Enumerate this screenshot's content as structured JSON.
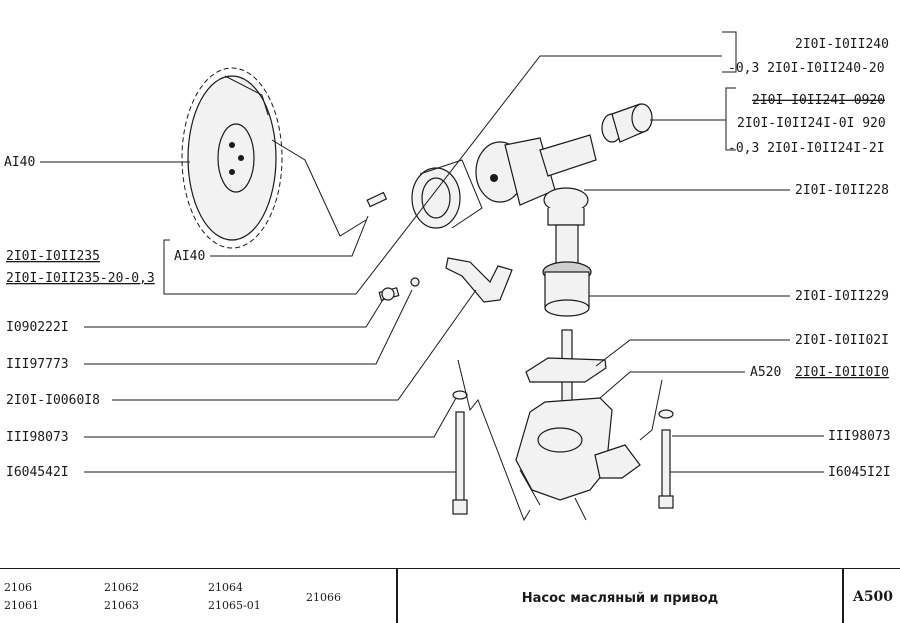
{
  "labels": {
    "left": {
      "sprocket": "AI40",
      "bracket_code": "AI40",
      "gear_housing_1": "2I0I-I0II235",
      "gear_housing_2": "2I0I-I0II235-20-0,3",
      "bolt": "I090222I",
      "washer": "III97773",
      "oil_pipe_bracket": "2I0I-I0060I8",
      "spring_washer_left": "III98073",
      "long_bolt_left": "I604542I"
    },
    "right": {
      "bushing_1": "2I0I-I0II240",
      "bushing_2": "-0,3 2I0I-I0II240-20",
      "sleeve_1": "2I0I I0II24I 0920",
      "sleeve_2": "2I0I-I0II24I-0I 920",
      "sleeve_3": "-0,3 2I0I-I0II24I-2I",
      "drive_gear": "2I0I-I0II228",
      "shaft_bushing": "2I0I-I0II229",
      "gasket": "2I0I-I0II02I",
      "pump_prefix": "A520",
      "pump": "2I0I-I0II0I0",
      "spring_washer_right": "III98073",
      "long_bolt_right": "I6045I2I"
    }
  },
  "footer": {
    "models": [
      "2106",
      "21061",
      "21062",
      "21063",
      "21064",
      "21065-01",
      "21066"
    ],
    "title": "Насос масляный и привод",
    "code": "A500"
  }
}
